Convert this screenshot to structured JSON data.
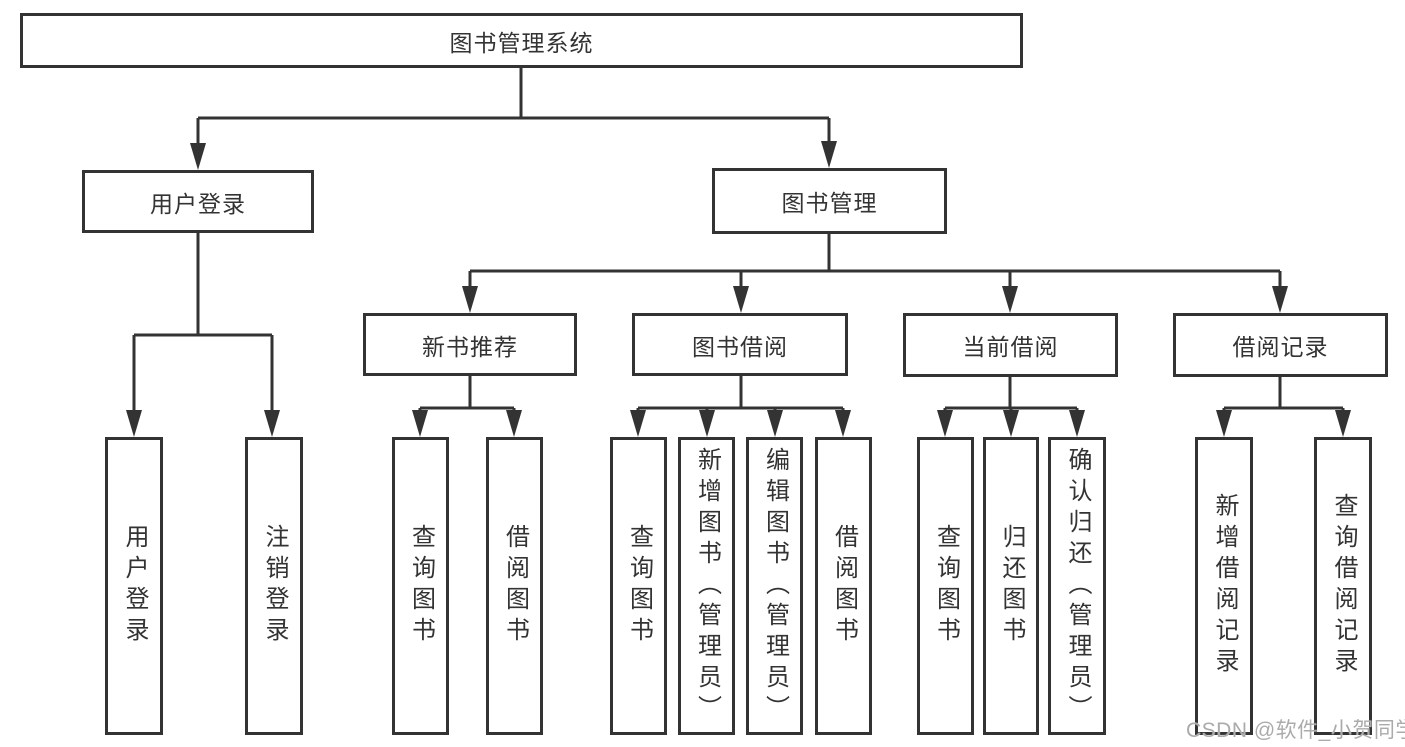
{
  "tree": {
    "root": "图书管理系统",
    "children": [
      {
        "label": "用户登录",
        "leaves": [
          "用户登录",
          "注销登录"
        ]
      },
      {
        "label": "图书管理",
        "children": [
          {
            "label": "新书推荐",
            "leaves": [
              "查询图书",
              "借阅图书"
            ]
          },
          {
            "label": "图书借阅",
            "leaves": [
              "查询图书",
              "新增图书（管理员）",
              "编辑图书（管理员）",
              "借阅图书"
            ]
          },
          {
            "label": "当前借阅",
            "leaves": [
              "查询图书",
              "归还图书",
              "确认归还（管理员）"
            ]
          },
          {
            "label": "借阅记录",
            "leaves": [
              "新增借阅记录",
              "查询借阅记录"
            ]
          }
        ]
      }
    ]
  },
  "watermark": {
    "text": "CSDN @软件_小贺同学"
  },
  "colors": {
    "line": "#333333",
    "box_border": "#333333",
    "text": "#333333",
    "background": "#ffffff",
    "watermark": "#ababab"
  }
}
